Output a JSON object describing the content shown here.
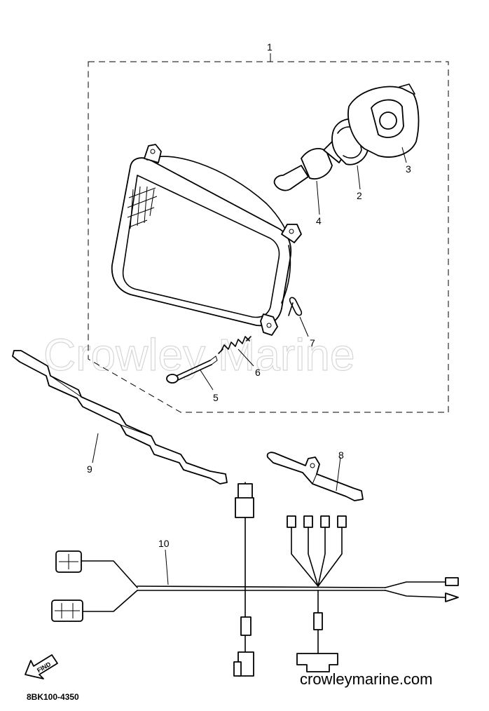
{
  "diagram": {
    "watermark": "Crowley Marine",
    "website": "crowleymarine.com",
    "drawing_code": "8BK100-4350",
    "find_badge": "FIND",
    "callouts": [
      "1",
      "2",
      "3",
      "4",
      "5",
      "6",
      "7",
      "8",
      "9",
      "10"
    ]
  }
}
